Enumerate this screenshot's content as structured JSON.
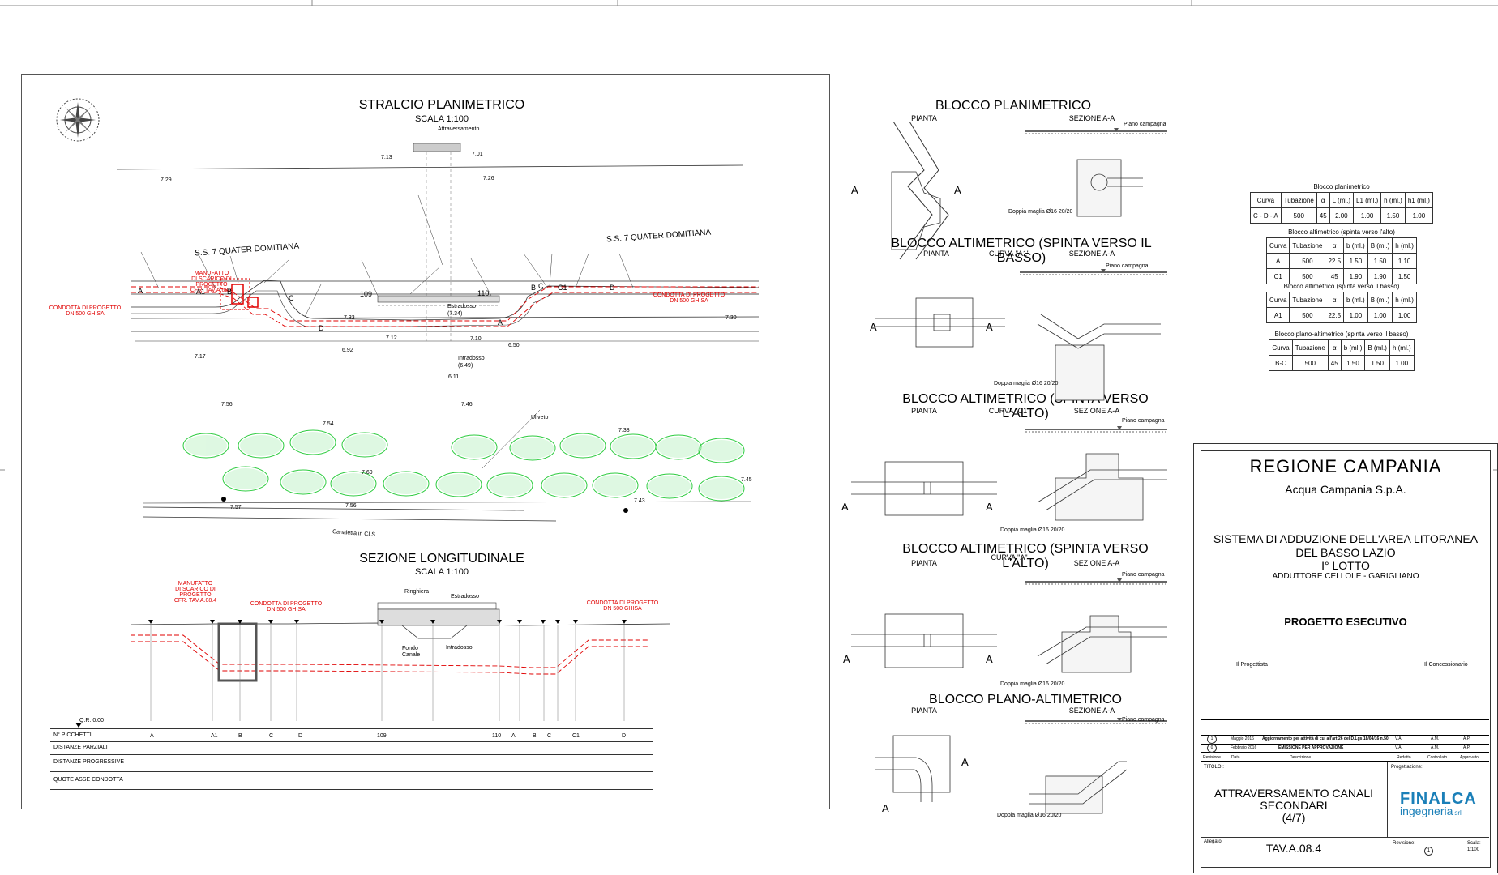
{
  "left_panel": {
    "plan_title": "STRALCIO PLANIMETRICO",
    "plan_scale": "SCALA 1:100",
    "road_left": "S.S. 7 QUATER DOMITIANA",
    "road_right": "S.S. 7 QUATER DOMITIANA",
    "attraversamento": "Attraversamento",
    "manufatto": "MANUFATTO\nDI SCARICO DI PROGETTO\nCFR. TAV.A.08.4",
    "conduit_left": "CONDOTTA DI PROGETTO\nDN 500 GHISA",
    "conduit_right": "CONDOTTA DI PROGETTO\nDN 500 GHISA",
    "estradosso": "Estradosso\n(7.34)",
    "intradosso": "Intradosso\n(6.49)",
    "canaletta": "Canaletta in CLS",
    "uliveto": "Uliveto",
    "points": [
      "A",
      "A1",
      "B",
      "C",
      "D",
      "109",
      "110",
      "A",
      "B",
      "C",
      "C1",
      "D"
    ],
    "elevations": [
      "7.13",
      "7.01",
      "7.29",
      "7.26",
      "7.33",
      "7.30",
      "7.17",
      "6.92",
      "7.12",
      "7.10",
      "6.50",
      "6.11",
      "7.56",
      "7.46",
      "7.54",
      "7.38",
      "7.69",
      "7.45",
      "7.57",
      "7.56",
      "7.43"
    ],
    "profile_title": "SEZIONE LONGITUDINALE",
    "profile_scale": "SCALA 1:100",
    "ringhiera": "Ringhiera",
    "estradosso2": "Estradosso",
    "intradosso2": "Intradosso",
    "fondo_canale": "Fondo\nCanale",
    "manufatto2": "MANUFATTO\nDI SCARICO DI PROGETTO\nCFR. TAV.A.08.4",
    "conduit_a": "CONDOTTA DI PROGETTO\nDN 500 GHISA",
    "conduit_b": "CONDOTTA DI PROGETTO\nDN 500 GHISA",
    "row_labels": [
      "N° PICCHETTI",
      "DISTANZE PARZIALI",
      "DISTANZE PROGRESSIVE",
      "QUOTE ASSE CONDOTTA"
    ],
    "datum": "Q.R. 0.00",
    "picchetti": [
      "A",
      "A1",
      "B",
      "C",
      "D",
      "109",
      "110",
      "A",
      "B",
      "C",
      "C1",
      "D"
    ]
  },
  "middle_panel": {
    "b1_title": "BLOCCO PLANIMETRICO",
    "b1_pianta": "PIANTA",
    "b1_sez": "SEZIONE  A-A",
    "b2_title": "BLOCCO ALTIMETRICO (SPINTA VERSO IL BASSO)",
    "b2_pianta": "PIANTA",
    "b2_curva": "CURVA \"A1\"",
    "b2_sez": "SEZIONE A-A",
    "b3_title": "BLOCCO ALTIMETRICO (SPINTA VERSO L'ALTO)",
    "b3_pianta": "PIANTA",
    "b3_curva": "CURVA \"C1\"",
    "b3_sez": "SEZIONE A-A",
    "b4_title": "BLOCCO ALTIMETRICO (SPINTA VERSO L'ALTO)",
    "b4_pianta": "PIANTA",
    "b4_curva": "CURVA \"A\"",
    "b4_sez": "SEZIONE A-A",
    "b5_title": "BLOCCO PLANO-ALTIMETRICO",
    "b5_pianta": "PIANTA",
    "b5_sez": "SEZIONE A-A",
    "mesh": "Doppia maglia Ø16 20/20",
    "piano": "Piano campagna",
    "section_letter": "A"
  },
  "tables": [
    {
      "title": "Blocco planimetrico",
      "headers": [
        "Curva",
        "Tubazione",
        "α",
        "L (ml.)",
        "L1 (ml.)",
        "h (ml.)",
        "h1 (ml.)"
      ],
      "rows": [
        [
          "C - D - A",
          "500",
          "45",
          "2.00",
          "1.00",
          "1.50",
          "1.00"
        ]
      ]
    },
    {
      "title": "Blocco altimetrico (spinta verso l'alto)",
      "headers": [
        "Curva",
        "Tubazione",
        "α",
        "b (ml.)",
        "B (ml.)",
        "h (ml.)"
      ],
      "rows": [
        [
          "A",
          "500",
          "22.5",
          "1.50",
          "1.50",
          "1.10"
        ],
        [
          "C1",
          "500",
          "45",
          "1.90",
          "1.90",
          "1.50"
        ]
      ]
    },
    {
      "title": "Blocco altimetrico (spinta verso il basso)",
      "headers": [
        "Curva",
        "Tubazione",
        "α",
        "b (ml.)",
        "B (ml.)",
        "h (ml.)"
      ],
      "rows": [
        [
          "A1",
          "500",
          "22.5",
          "1.00",
          "1.00",
          "1.00"
        ]
      ]
    },
    {
      "title": "Blocco plano-altimetrico (spinta verso il basso)",
      "headers": [
        "Curva",
        "Tubazione",
        "α",
        "b (ml.)",
        "B (ml.)",
        "h (ml.)"
      ],
      "rows": [
        [
          "B-C",
          "500",
          "45",
          "1.50",
          "1.50",
          "1.00"
        ]
      ]
    }
  ],
  "title_block": {
    "region": "REGIONE CAMPANIA",
    "company": "Acqua Campania S.p.A.",
    "system_l1": "SISTEMA DI ADDUZIONE DELL'AREA LITORANEA",
    "system_l2": "DEL BASSO LAZIO",
    "lotto": "I° LOTTO",
    "adduttore": "ADDUTTORE CELLOLE - GARIGLIANO",
    "progetto": "PROGETTO ESECUTIVO",
    "progettista": "Il Progettista",
    "concessionario": "Il Concessionario",
    "revisions": [
      {
        "n": "1",
        "date": "Maggio 2016",
        "desc": "Aggiornamento per attività di cui all'art.26 del D.Lgs 18/04/16 n.50",
        "r": "V.A.",
        "c": "A.M.",
        "a": "A.P."
      },
      {
        "n": "0",
        "date": "Febbraio 2016",
        "desc": "EMISSIONE PER APPROVAZIONE",
        "r": "V.A.",
        "c": "A.M.",
        "a": "A.P."
      }
    ],
    "rev_headers": [
      "Revisione",
      "Data",
      "Descrizione",
      "Redatto",
      "Controllato",
      "Approvato"
    ],
    "titolo_label": "TITOLO :",
    "progettazione_label": "Progettazione:",
    "titolo_l1": "ATTRAVERSAMENTO CANALI",
    "titolo_l2": "SECONDARI",
    "titolo_l3": "(4/7)",
    "logo_l1": "FINALCA",
    "logo_l2": "ingegneria",
    "logo_l3": "srl",
    "allegato_label": "Allegato",
    "allegato": "TAV.A.08.4",
    "revisione_label": "Revisione:",
    "revisione": "1",
    "scala_label": "Scala:",
    "scala": "1:100"
  },
  "colors": {
    "red": "#e00000",
    "green": "#2ecc40",
    "line": "#333333"
  }
}
